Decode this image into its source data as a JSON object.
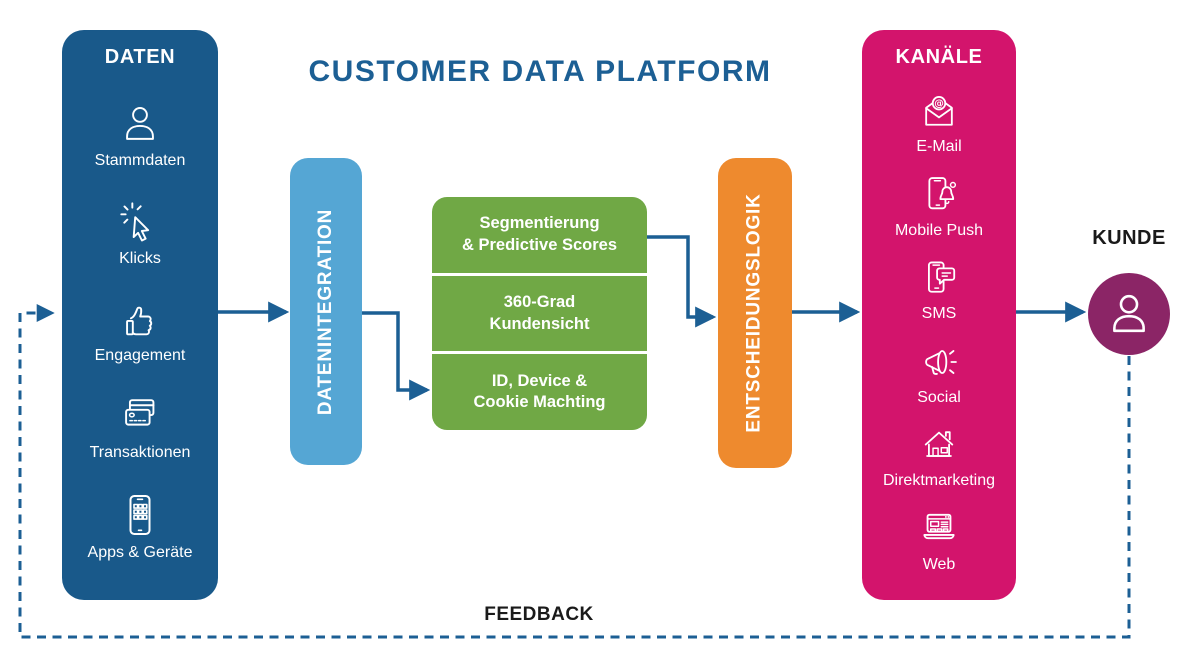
{
  "title": "CUSTOMER DATA PLATFORM",
  "feedback_label": "FEEDBACK",
  "daten": {
    "header": "DATEN",
    "items": [
      {
        "icon": "user-icon",
        "label": "Stammdaten"
      },
      {
        "icon": "cursor-click-icon",
        "label": "Klicks"
      },
      {
        "icon": "thumbs-up-icon",
        "label": "Engagement"
      },
      {
        "icon": "credit-cards-icon",
        "label": "Transaktionen"
      },
      {
        "icon": "smartphone-apps-icon",
        "label": "Apps & Geräte"
      }
    ]
  },
  "integration_bar": {
    "label": "DATENINTEGRATION"
  },
  "cdp_core": {
    "rows": [
      {
        "line1": "Segmentierung",
        "line2": "& Predictive Scores"
      },
      {
        "line1": "360-Grad",
        "line2": "Kundensicht"
      },
      {
        "line1": "ID, Device &",
        "line2": "Cookie Machting"
      }
    ]
  },
  "logic_bar": {
    "label": "ENTSCHEIDUNGSLOGIK"
  },
  "kanaele": {
    "header": "KANÄLE",
    "items": [
      {
        "icon": "email-icon",
        "label": "E-Mail"
      },
      {
        "icon": "mobile-push-icon",
        "label": "Mobile Push"
      },
      {
        "icon": "sms-icon",
        "label": "SMS"
      },
      {
        "icon": "megaphone-icon",
        "label": "Social"
      },
      {
        "icon": "house-icon",
        "label": "Direktmarketing"
      },
      {
        "icon": "laptop-icon",
        "label": "Web"
      }
    ]
  },
  "kunde": {
    "label": "KUNDE",
    "icon": "person-icon"
  },
  "colors": {
    "dark_blue": "#19598A",
    "light_blue": "#55A6D4",
    "green": "#70A845",
    "orange": "#EE8A2E",
    "pink": "#D3146C",
    "purple": "#8B2566",
    "arrow_blue": "#1C5F94",
    "text_black": "#1A1A1A",
    "icon_white": "#FFFFFF"
  }
}
